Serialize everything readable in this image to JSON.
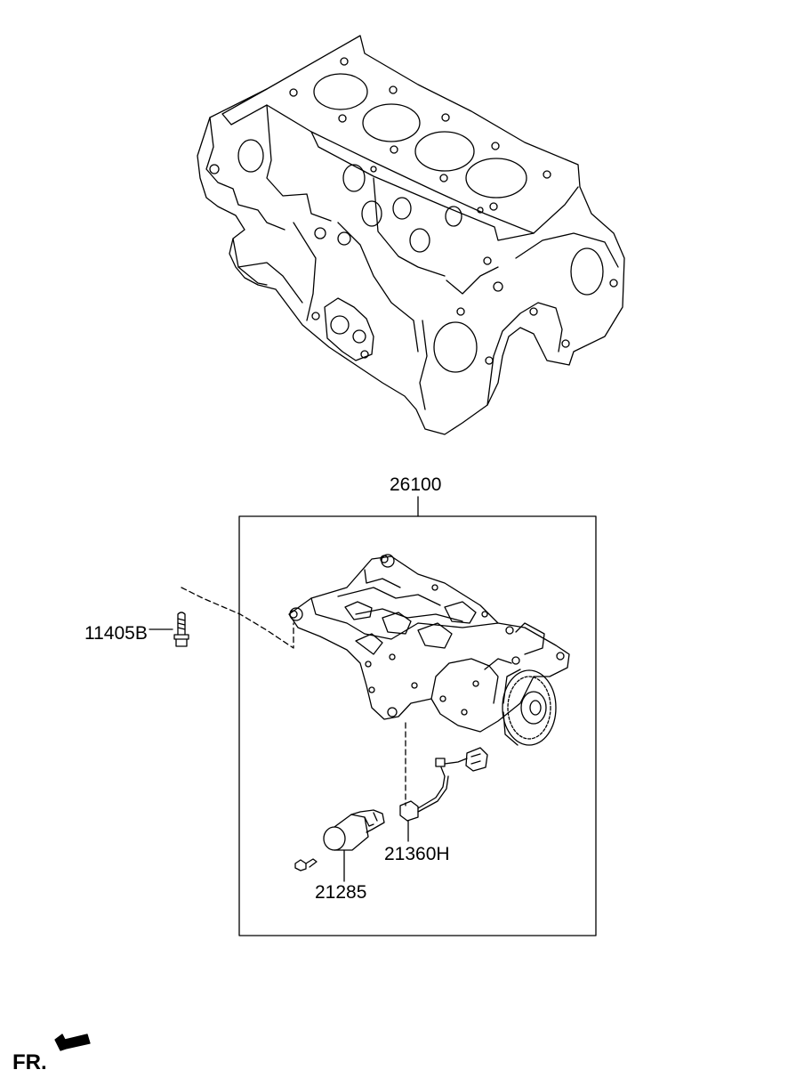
{
  "labels": {
    "assembly": "26100",
    "bolt": "11405B",
    "solenoid_harness": "21360H",
    "solenoid_valve": "21285",
    "front": "FR."
  },
  "icons": {
    "engine_block": "engine-block-illustration",
    "oil_pump": "oil-pump-assembly-illustration",
    "bolt": "bolt-illustration",
    "solenoid": "solenoid-valve-illustration",
    "harness": "wiring-harness-illustration",
    "front_arrow": "direction-arrow-icon"
  },
  "colors": {
    "line": "#000000",
    "background": "#ffffff"
  }
}
